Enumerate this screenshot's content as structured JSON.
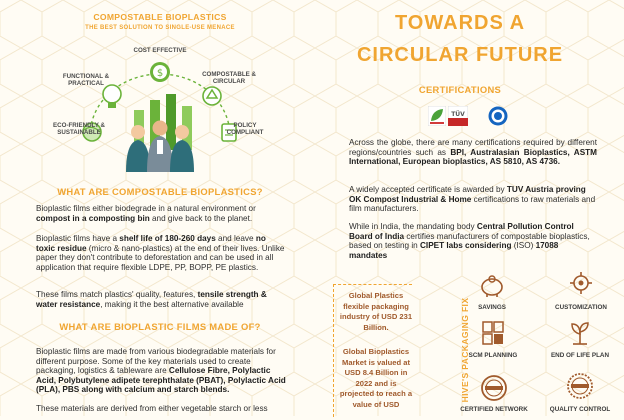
{
  "left": {
    "header_title": "COMPOSTABLE BIOPLASTICS",
    "header_subtitle": "THE BEST SOLUTION TO SINGLE-USE MENACE",
    "benefits": {
      "cost": "COST EFFECTIVE",
      "functional": "FUNCTIONAL & PRACTICAL",
      "compostable": "COMPOSTABLE & CIRCULAR",
      "eco": "ECO-FRIENDLY & SUSTAINABLE",
      "policy": "POLICY COMPLIANT"
    },
    "section1_heading": "WHAT ARE COMPOSTABLE BIOPLASTICS?",
    "s1p1": {
      "a": "Bioplastic films either biodegrade in a natural environment or ",
      "b": "compost in a composting bin",
      "c": " and give back to the planet."
    },
    "s1p2": {
      "a": "Bioplastic films have a ",
      "b": "shelf life of 180-260 days",
      "c": " and leave ",
      "d": "no toxic residue",
      "e": " (micro & nano-plastics) at the end of their lives. Unlike paper they don't contribute to deforestation and can be used in all application that require flexible LDPE, PP, BOPP, PE plastics."
    },
    "s1p3": {
      "a": "These films match plastics' quality, features, ",
      "b": "tensile strength & water resistance",
      "c": ", making it the best alternative available"
    },
    "section2_heading": "WHAT ARE BIOPLASTIC FILMS MADE OF?",
    "s2p1": {
      "a": "Bioplastic films are made from various biodegradable materials for different purpose. Some of the key materials used to create packaging, logistics & tableware are ",
      "b": "Cellulose Fibre, Polylactic Acid, Polybutylene adipete terephthalate (PBAT), Polylactic Acid (PLA), PBS along with calcium and starch blends."
    },
    "s2p2": "These materials are derived from either vegetable starch or less"
  },
  "right": {
    "title_line1": "TOWARDS A",
    "title_line2": "CIRCULAR FUTURE",
    "certifications_heading": "CERTIFICATIONS",
    "cert_logos": [
      "leaf-cert-logo",
      "tuv-austria-logo",
      "cipet-logo"
    ],
    "tuv_text": "TÜV",
    "p1": {
      "a": "Across the globe, there are many certifications required by different regions/countries such as ",
      "b": "BPI, Australasian Bioplastics, ASTM International, European bioplastics, AS 5810, AS 4736."
    },
    "p2": {
      "a": "A widely accepted certificate is awarded by ",
      "b": "TUV Austria proving OK Compost Industrial & Home",
      "c": " certifications to raw materials and film manufacturers."
    },
    "p3": {
      "a": "While in India, the mandating body ",
      "b": "Central Pollution Control Board of India",
      "c": " certifies manufacturers of compostable bioplastics, based on testing in ",
      "d": "CIPET labs considering",
      "e": " (ISO) ",
      "f": "17088 mandates"
    },
    "market_box": {
      "text1": "Global Plastics flexible packaging industry of USD 231 Billion.",
      "text2": "Global Bioplastics Market is valued at USD 8.4 Billion in 2022 and is projected to reach a value of USD"
    },
    "vertical_label": "HIVE'S PACKAGING FIX",
    "pack_items": [
      "SAVINGS",
      "CUSTOMIZATION",
      "SCM PLANNING",
      "END OF LIFE PLAN",
      "CERTIFIED NETWORK",
      "QUALITY CONTROL"
    ]
  },
  "colors": {
    "accent_orange": "#f0a531",
    "brown": "#a05a2c",
    "green": "#6bb33a",
    "hex_line": "#f5ead2"
  }
}
